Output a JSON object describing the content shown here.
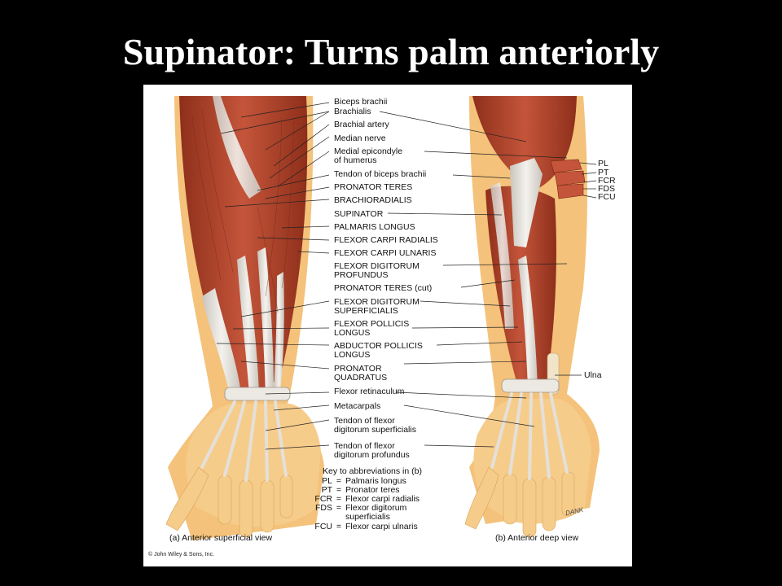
{
  "title": "Supinator:  Turns palm anteriorly",
  "labels": [
    "Biceps brachii",
    "Brachialis",
    "Brachial artery",
    "Median nerve",
    "Medial epicondyle",
    "of humerus",
    "Tendon of biceps brachii",
    "PRONATOR TERES",
    "BRACHIORADIALIS",
    "SUPINATOR",
    "PALMARIS LONGUS",
    "FLEXOR CARPI RADIALIS",
    "FLEXOR CARPI ULNARIS",
    "FLEXOR DIGITORUM",
    "PROFUNDUS",
    "PRONATOR TERES (cut)",
    "FLEXOR DIGITORUM",
    "SUPERFICIALIS",
    "FLEXOR POLLICIS",
    "LONGUS",
    "ABDUCTOR POLLICIS",
    "LONGUS",
    "PRONATOR",
    "QUADRATUS",
    "Flexor retinaculum",
    "Metacarpals",
    "Tendon of flexor",
    "digitorum superficialis",
    "Tendon of flexor",
    "digitorum profundus"
  ],
  "right_labels": [
    "PL",
    "PT",
    "FCR",
    "FDS",
    "FCU",
    "Ulna"
  ],
  "key": {
    "heading": "Key to abbreviations in (b)",
    "rows": [
      {
        "abbr": "PL",
        "eq": "=",
        "meaning": "Palmaris longus"
      },
      {
        "abbr": "PT",
        "eq": "=",
        "meaning": "Pronator teres"
      },
      {
        "abbr": "FCR",
        "eq": "=",
        "meaning": "Flexor carpi radialis"
      },
      {
        "abbr": "FDS",
        "eq": "=",
        "meaning": "Flexor digitorum"
      },
      {
        "abbr": "",
        "eq": "",
        "meaning": "superficialis"
      },
      {
        "abbr": "FCU",
        "eq": "=",
        "meaning": "Flexor carpi ulnaris"
      }
    ]
  },
  "captions": {
    "left": "(a) Anterior superficial view",
    "right": "(b) Anterior deep view"
  },
  "copyright": "© John Wiley & Sons, Inc.",
  "signature": "DANK",
  "colors": {
    "background": "#000000",
    "panel": "#ffffff",
    "muscle": "#b5452a",
    "muscle_dark": "#8e2f1b",
    "tendon": "#e8e4de",
    "skin": "#f4c27a",
    "leader": "#222222"
  }
}
